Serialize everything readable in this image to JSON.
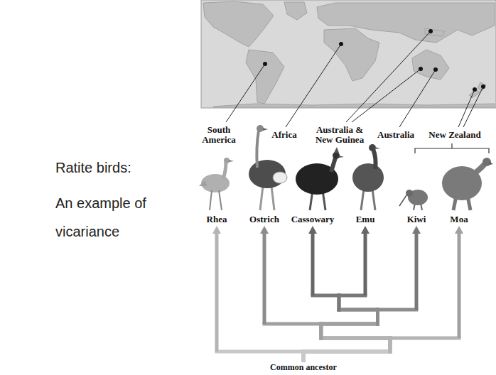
{
  "diagram": {
    "nodes": [
      {
        "text": [
          "Rhea"
        ]
      },
      {
        "text": [
          "Ostrich"
        ]
      },
      {
        "text": [
          "Cassowary"
        ]
      },
      {
        "text": [
          "Emu"
        ]
      },
      {
        "text": [
          "Kiwi"
        ]
      },
      {
        "text": [
          "Moa"
        ]
      },
      {
        "text": [
          "Common ancestor"
        ]
      }
    ],
    "edges": [
      {
        "from": 6,
        "to": 0,
        "arrow": "to"
      },
      {
        "from": 6,
        "to": 1,
        "arrow": "to"
      },
      {
        "from": 6,
        "to": 2,
        "arrow": "to"
      },
      {
        "from": 6,
        "to": 3,
        "arrow": "to"
      },
      {
        "from": 6,
        "to": 4,
        "arrow": "to"
      },
      {
        "from": 6,
        "to": 5,
        "arrow": "to"
      }
    ],
    "labels": [
      "South America",
      "Africa",
      "Australia & New Guinea",
      "Australia",
      "New Zealand",
      "Ratite birds:",
      "An example of vicariance"
    ]
  }
}
